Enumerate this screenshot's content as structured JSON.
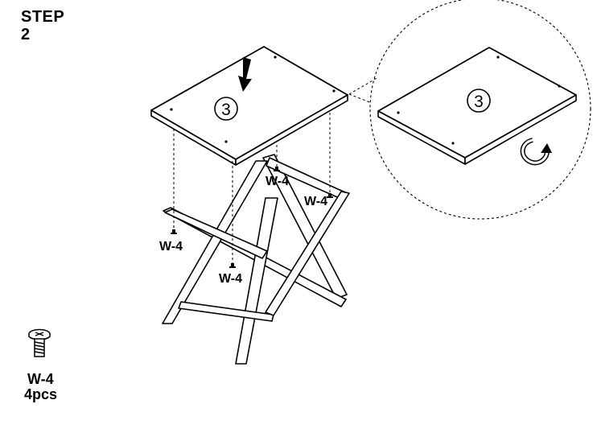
{
  "step": {
    "title": "STEP",
    "number": "2"
  },
  "panel": {
    "part_number": "3",
    "detail_part_number": "3"
  },
  "callouts": [
    {
      "label": "W-4"
    },
    {
      "label": "W-4"
    },
    {
      "label": "W-4"
    },
    {
      "label": "W-4"
    }
  ],
  "parts_legend": {
    "code": "W-4",
    "quantity": "4pcs"
  },
  "icons": {
    "screw": "screw-icon",
    "arrow_down": "arrow-down-icon",
    "rotate": "rotate-arrow-icon"
  }
}
